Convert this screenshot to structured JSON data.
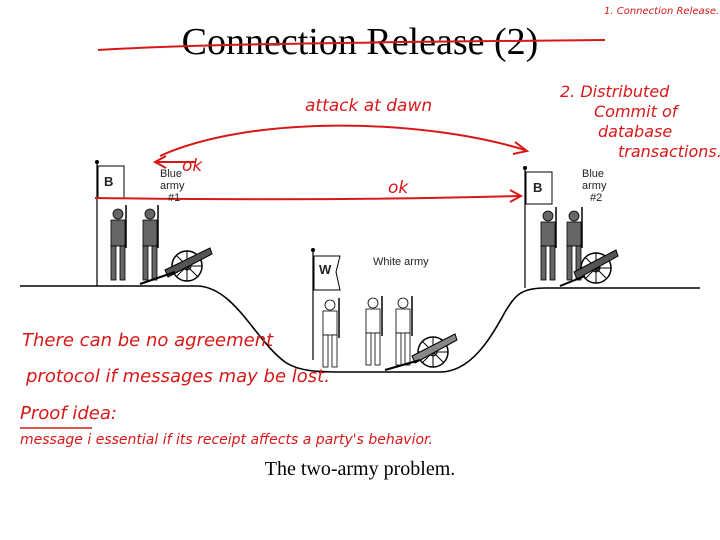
{
  "title": "Connection Release (2)",
  "caption": "The two-army problem.",
  "diagram": {
    "blue_army_1": {
      "flag_letter": "B",
      "label_line1": "Blue",
      "label_line2": "army",
      "label_line3": "#1"
    },
    "blue_army_2": {
      "flag_letter": "B",
      "label_line1": "Blue",
      "label_line2": "army",
      "label_line3": "#2"
    },
    "white_army": {
      "flag_letter": "W",
      "label": "White army"
    }
  },
  "annotations": {
    "top_right_1": "1. Connection Release.",
    "top_right_2_line1": "2. Distributed",
    "top_right_2_line2": "Commit of",
    "top_right_2_line3": "database",
    "top_right_2_line4": "transactions.",
    "arrow_attack": "attack at dawn",
    "arrow_ok_left": "ok",
    "arrow_ok_right": "ok",
    "note_line1": "There can be no agreement",
    "note_line2": "protocol if messages may be lost.",
    "note_line3": "Proof idea:",
    "note_line4": "message i essential if its receipt affects a party's behavior."
  },
  "colors": {
    "ink": "#d81818",
    "line": "#000000"
  }
}
